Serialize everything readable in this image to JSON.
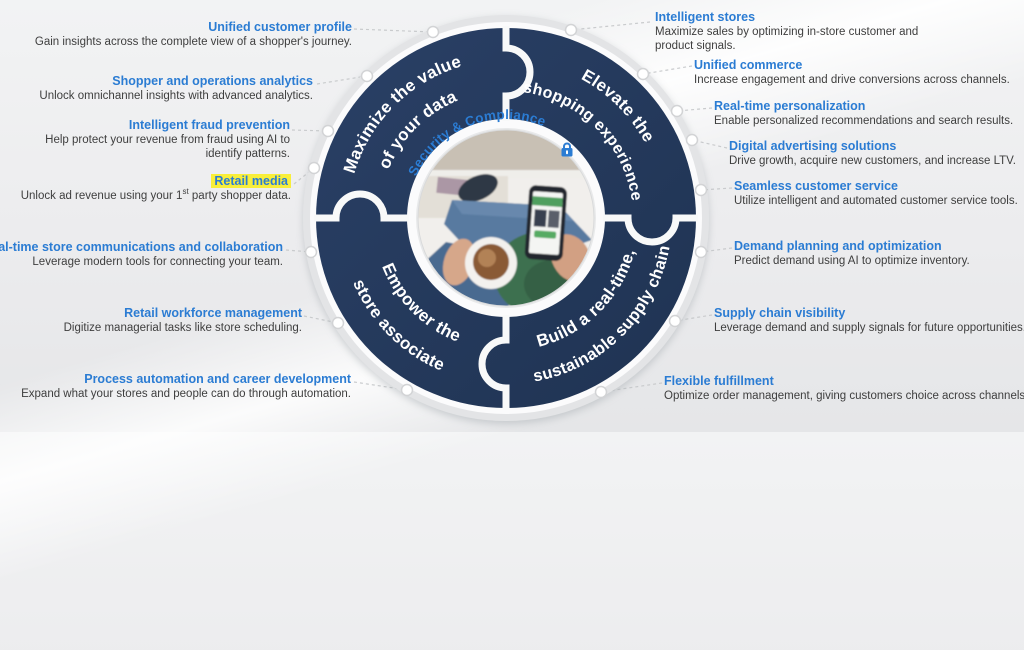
{
  "colors": {
    "navy": "#24395b",
    "heading_blue": "#2b7cd3",
    "body_text": "#3e3e3e",
    "highlight_yellow": "#f8ee3a",
    "ring_gray": "#e3e4e6"
  },
  "center": {
    "security_label": "Security & Compliance",
    "lock_icon": "lock-icon"
  },
  "quadrants": {
    "top_left": {
      "line1": "Maximize the value",
      "line2": "of your data"
    },
    "top_right": {
      "line1": "Elevate the",
      "line2": "shopping experience"
    },
    "bottom_left": {
      "line1": "Empower the",
      "line2": "store associate"
    },
    "bottom_right": {
      "line1": "Build a real-time,",
      "line2": "sustainable supply chain"
    }
  },
  "left_items": [
    {
      "title": "Unified customer profile",
      "desc": "Gain insights across the complete view of a shopper's journey."
    },
    {
      "title": "Shopper and operations analytics",
      "desc": "Unlock omnichannel insights with advanced analytics."
    },
    {
      "title": "Intelligent fraud prevention",
      "desc": "Help protect your revenue from fraud using AI to identify patterns."
    },
    {
      "title": "Retail media",
      "highlighted": true,
      "desc_prefix": "Unlock ad revenue using your 1",
      "desc_sup": "st",
      "desc_suffix": " party shopper data."
    },
    {
      "title": "Real-time store communications and collaboration",
      "desc": "Leverage modern tools for connecting your team."
    },
    {
      "title": "Retail workforce management",
      "desc": "Digitize managerial tasks like store scheduling."
    },
    {
      "title": "Process automation and career development",
      "desc": "Expand what your stores and people can do through automation."
    }
  ],
  "right_items": [
    {
      "title": "Intelligent stores",
      "desc": "Maximize sales by optimizing in-store customer and product signals."
    },
    {
      "title": "Unified commerce",
      "desc": "Increase engagement and drive conversions across channels."
    },
    {
      "title": "Real-time personalization",
      "desc": "Enable personalized recommendations and search results."
    },
    {
      "title": "Digital advertising solutions",
      "desc": "Drive growth, acquire new customers, and increase LTV."
    },
    {
      "title": "Seamless customer service",
      "desc": "Utilize intelligent and automated customer service tools."
    },
    {
      "title": "Demand planning and optimization",
      "desc": "Predict demand using AI to optimize inventory."
    },
    {
      "title": "Supply chain visibility",
      "desc": "Leverage demand and supply signals for future opportunities."
    },
    {
      "title": "Flexible fulfillment",
      "desc": "Optimize order management, giving customers choice across channels."
    }
  ]
}
